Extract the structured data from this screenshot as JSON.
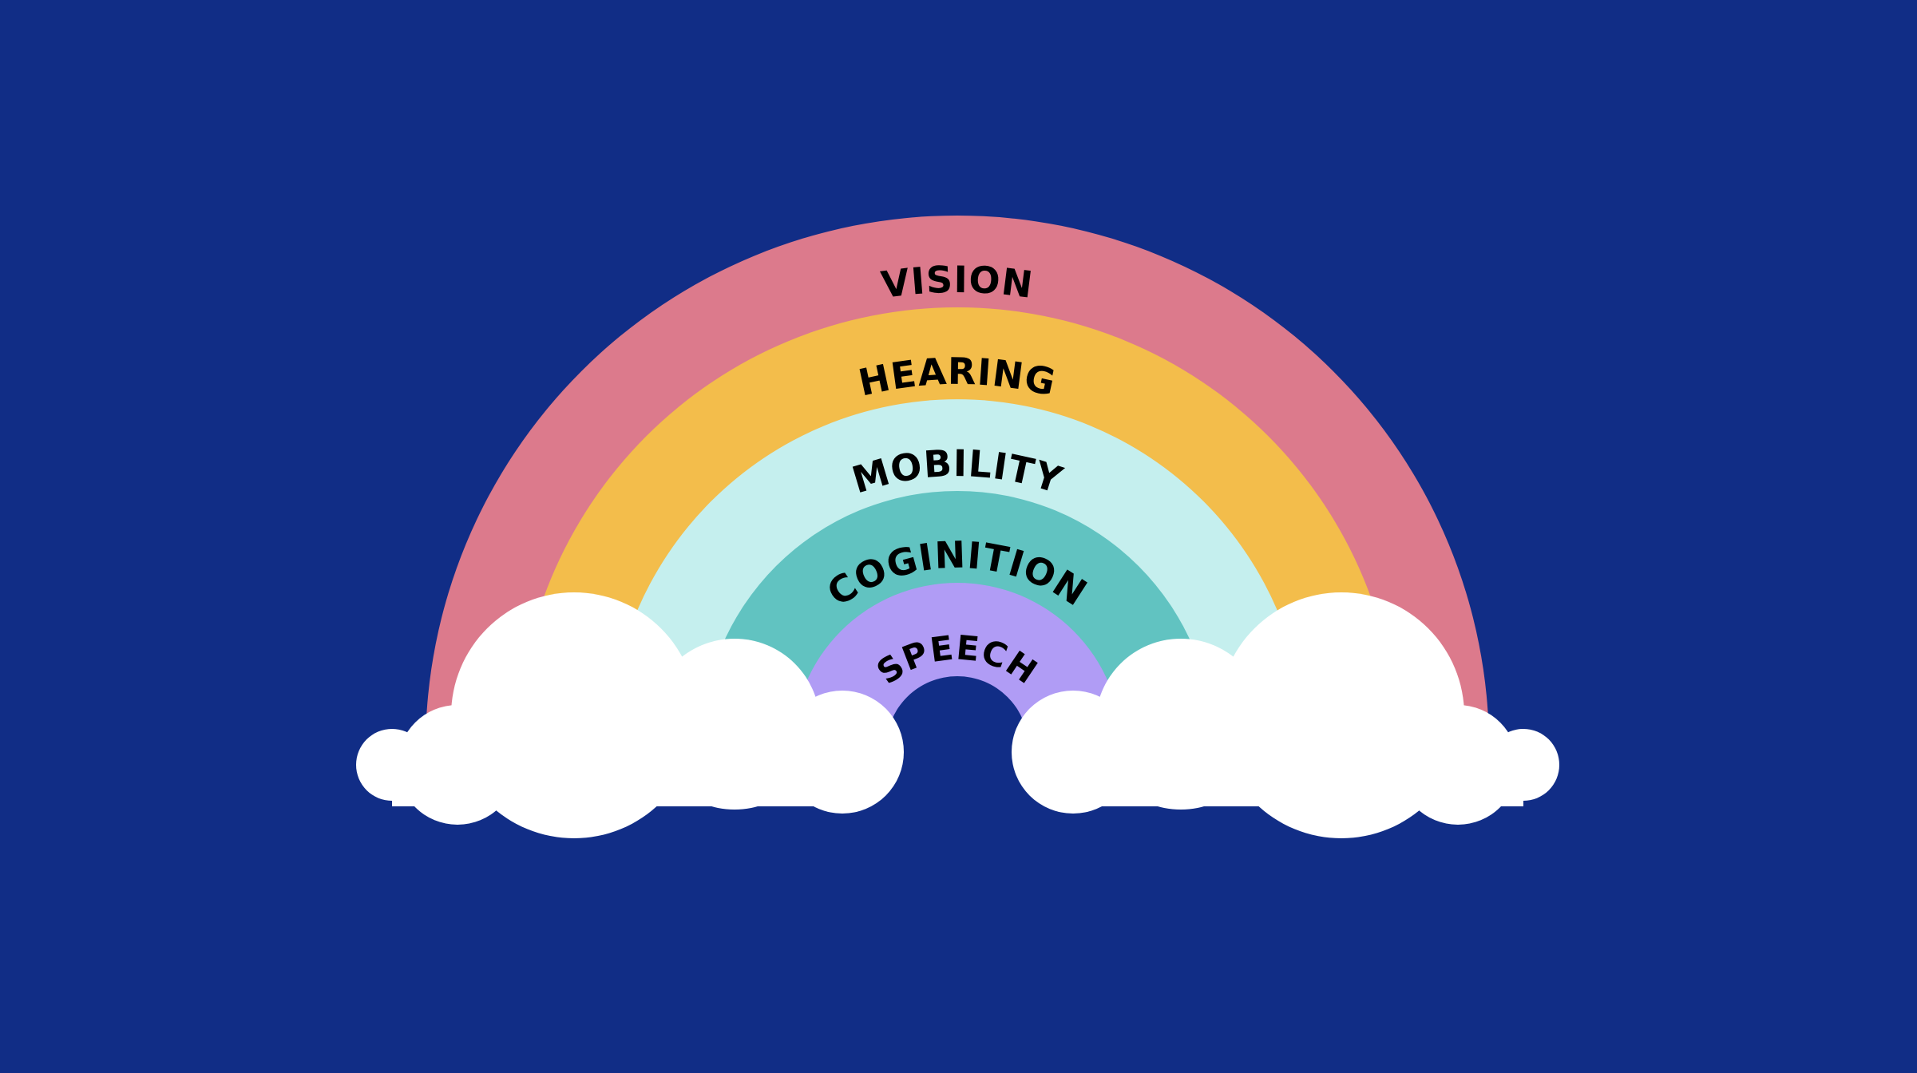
{
  "diagram": {
    "title": "",
    "type": "rainbow-of-accessibility-categories",
    "background_color": "#112D86",
    "cloud_color": "#FFFFFF",
    "bands": [
      {
        "label": "VISION",
        "color": "#DC7A8C"
      },
      {
        "label": "HEARING",
        "color": "#F3BD4B"
      },
      {
        "label": "MOBILITY",
        "color": "#C5EFEE"
      },
      {
        "label": "COGINITION",
        "color": "#61C3C1"
      },
      {
        "label": "SPEECH",
        "color": "#B09CF5"
      }
    ]
  }
}
